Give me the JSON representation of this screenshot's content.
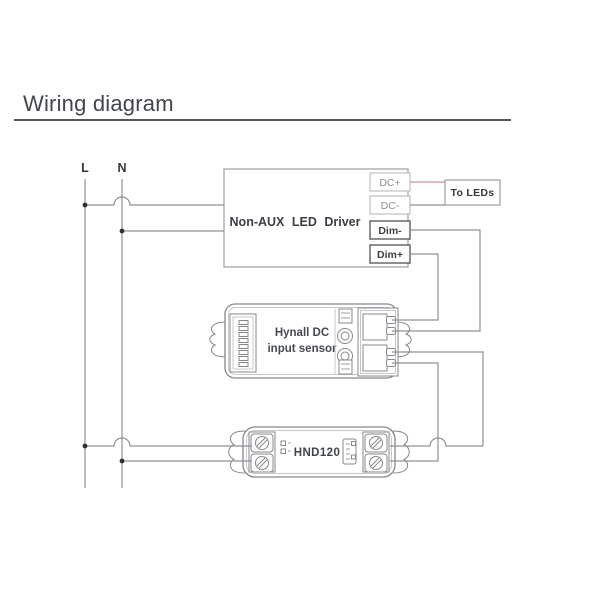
{
  "title": "Wiring diagram",
  "mains": {
    "live": "L",
    "neutral": "N"
  },
  "driver": {
    "name": "Non-AUX LED Driver",
    "terminals": [
      "DC+",
      "DC-",
      "Dim-",
      "Dim+"
    ]
  },
  "load": {
    "label": "To LEDs"
  },
  "sensor": {
    "line1": "Hynall DC",
    "line2": "input sensor"
  },
  "module": {
    "label": "HND120"
  },
  "colors": {
    "wire": "#8e9296",
    "dc_plus_wire": "#d29292",
    "ink": "#3b3f45",
    "rule": "#53565c",
    "terminal_light": "#b6babd",
    "terminal_dark": "#4e5257"
  }
}
